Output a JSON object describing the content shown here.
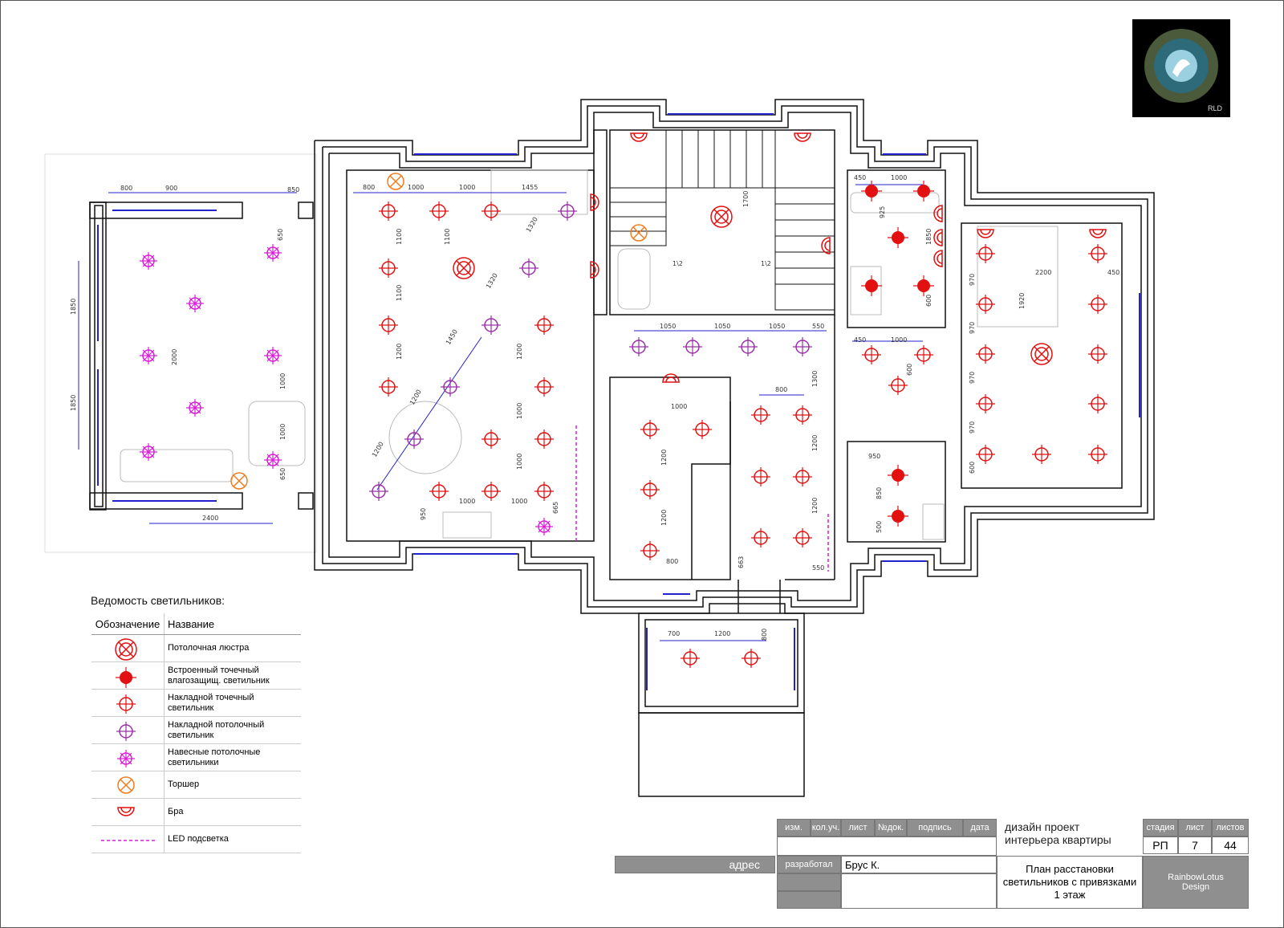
{
  "legend": {
    "title": "Ведомость светильников:",
    "col_symbol": "Обозначение",
    "col_name": "Название",
    "items": [
      {
        "icon": "chandelier-icon",
        "name": "Потолочная люстра"
      },
      {
        "icon": "recessed-waterproof-spot-icon",
        "name": "Встроенный точечный влагозащищ. светильник"
      },
      {
        "icon": "surface-spot-icon",
        "name": "Накладной точечный светильник"
      },
      {
        "icon": "surface-ceiling-light-icon",
        "name": "Накладной потолочный светильник"
      },
      {
        "icon": "pendant-ceiling-light-icon",
        "name": "Навесные потолочные светильники"
      },
      {
        "icon": "floor-lamp-icon",
        "name": "Торшер"
      },
      {
        "icon": "wall-sconce-icon",
        "name": "Бра"
      },
      {
        "icon": "led-strip-icon",
        "name": "LED подсветка"
      }
    ]
  },
  "colors": {
    "red": "#e21010",
    "purple": "#9b30a8",
    "magenta": "#d81ed8",
    "orange": "#f07c20",
    "blue": "#2222cc"
  },
  "dimensions": {
    "d800a": "800",
    "d900": "900",
    "d850": "850",
    "d650a": "650",
    "d1850a": "1850",
    "d2000": "2000",
    "d1850b": "1850",
    "d1000a": "1000",
    "d1000b": "1000",
    "d650b": "650",
    "d2400": "2400",
    "d800b": "800",
    "d1000c": "1000",
    "d1000d": "1000",
    "d1455": "1455",
    "d1320a": "1320",
    "d1100a": "1100",
    "d1100b": "1100",
    "d1100c": "1100",
    "d1320b": "1320",
    "d1450": "1450",
    "d1200a": "1200",
    "d1200b": "1200",
    "d1200c": "1200",
    "d1200d": "1200",
    "d1000e": "1000",
    "d1000f": "1000",
    "d950a": "950",
    "d1000g": "1000",
    "d1000h": "1000",
    "d665": "665",
    "d1700": "1700",
    "half1": "1\\2",
    "half2": "1\\2",
    "d1050a": "1050",
    "d1050b": "1050",
    "d1050c": "1050",
    "d550a": "550",
    "d1000i": "1000",
    "d1200e": "1200",
    "d1200f": "1200",
    "d800c": "800",
    "d800d": "800",
    "d1300": "1300",
    "d1200g": "1200",
    "d1200h": "1200",
    "d663": "663",
    "d550b": "550",
    "d700": "700",
    "d1200i": "1200",
    "d800e": "800",
    "d450a": "450",
    "d1000j": "1000",
    "d925": "925",
    "d1850c": "1850",
    "d600a": "600",
    "d450b": "450",
    "d1000k": "1000",
    "d600b": "600",
    "d950b": "950",
    "d850b": "850",
    "d500": "500",
    "d2200": "2200",
    "d450c": "450",
    "d970a": "970",
    "d1920": "1920",
    "d970b": "970",
    "d970c": "970",
    "d970d": "970",
    "d600c": "600"
  },
  "title_block": {
    "h_izm": "изм.",
    "h_kol": "кол.уч.",
    "h_list": "лист",
    "h_doc": "№док.",
    "h_sign": "подпись",
    "h_date": "дата",
    "project": "дизайн проект интерьера квартиры",
    "h_stage": "стадия",
    "h_sheet": "лист",
    "h_sheets": "листов",
    "stage": "РП",
    "sheet": "7",
    "sheets": "44",
    "address_label": "адрес",
    "developed_label": "разработал",
    "developer": "Брус К.",
    "drawing_title": "План расстановки светильников с привязками 1 этаж",
    "company": "RainbowLotus Design",
    "logo_text": "RLD"
  }
}
